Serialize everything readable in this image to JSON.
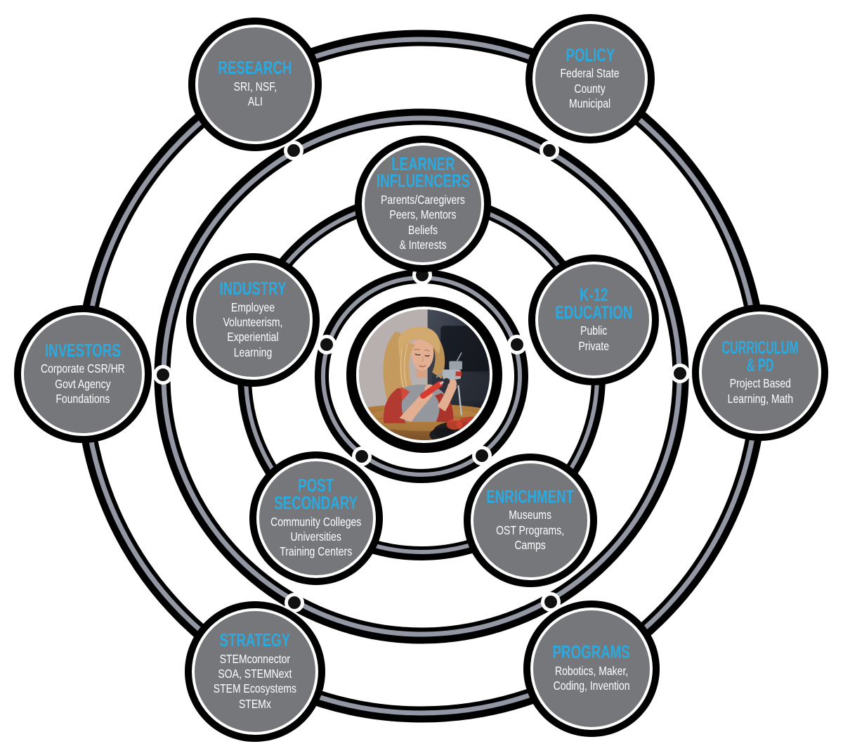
{
  "colors": {
    "accent_blue": "#29abe2",
    "node_gray": "#76777a",
    "ring_black": "#000000",
    "ring_silver": "#9297a3",
    "text_white": "#ffffff"
  },
  "center": {
    "image": "girl-building-robot-photo"
  },
  "nodes": [
    {
      "id": "research",
      "title": "RESEARCH",
      "body": "SRI, NSF,\nALI"
    },
    {
      "id": "policy",
      "title": "POLICY",
      "body": "Federal State\nCounty\nMunicipal"
    },
    {
      "id": "learner-influencers",
      "title": "LEARNER\nINFLUENCERS",
      "body": "Parents/Caregivers\nPeers, Mentors Beliefs\n& Interests"
    },
    {
      "id": "industry",
      "title": "INDUSTRY",
      "body": "Employee\nVolunteerism,\nExperiential\nLearning"
    },
    {
      "id": "k12-education",
      "title": "K-12\nEDUCATION",
      "body": "Public\nPrivate"
    },
    {
      "id": "investors",
      "title": "INVESTORS",
      "body": "Corporate CSR/HR\nGovt Agency\nFoundations"
    },
    {
      "id": "curriculum-pd",
      "title": "CURRICULUM & PD",
      "body": "Project Based\nLearning, Math"
    },
    {
      "id": "post-secondary",
      "title": "POST\nSECONDARY",
      "body": "Community Colleges\nUniversities\nTraining Centers"
    },
    {
      "id": "enrichment",
      "title": "ENRICHMENT",
      "body": "Museums\nOST Programs,\nCamps"
    },
    {
      "id": "strategy",
      "title": "STRATEGY",
      "body": "STEMconnector\nSOA, STEMNext\nSTEM Ecosystems\nSTEMx"
    },
    {
      "id": "programs",
      "title": "PROGRAMS",
      "body": "Robotics, Maker,\nCoding, Invention"
    }
  ]
}
